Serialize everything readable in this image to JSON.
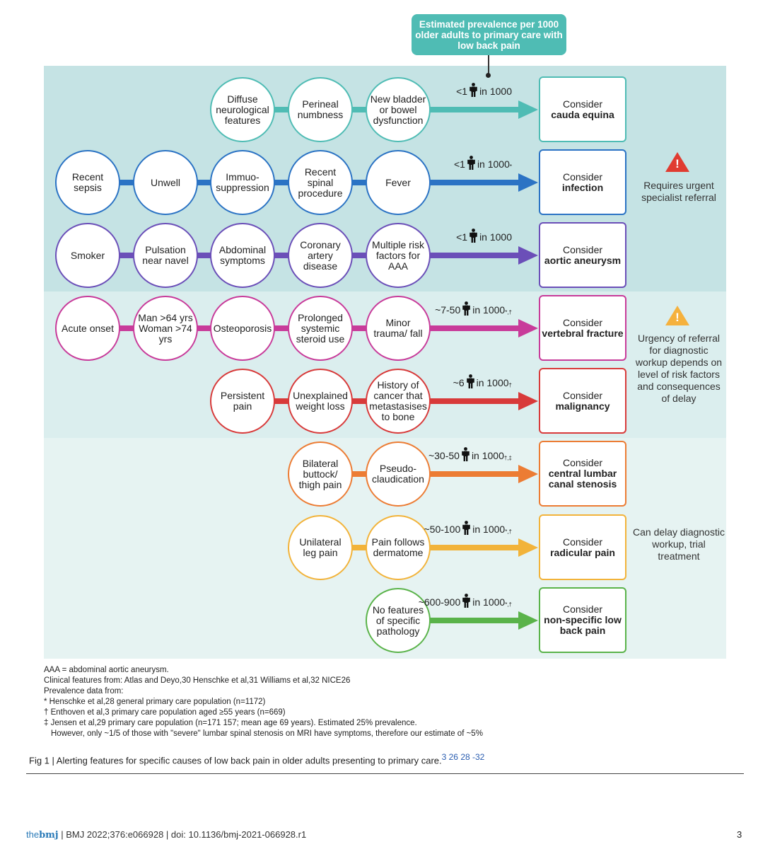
{
  "header_box": "Estimated prevalence per 1000 older adults to primary care with low back pain",
  "colors": {
    "cauda": "#4fbcb4",
    "infection": "#2b73c4",
    "aortic": "#6b4fb8",
    "vertebral": "#c83b9a",
    "malignancy": "#d83a3a",
    "stenosis": "#ec7c34",
    "radicular": "#f2b33a",
    "nonspecific": "#5ab34a",
    "urgent_warn": "#e03c31",
    "mid_warn": "#f5b13d"
  },
  "rows": [
    {
      "features": [
        "Diffuse neurological features",
        "Perineal numbness",
        "New bladder or bowel dysfunction"
      ],
      "prev_pre": "<1",
      "prev_post": "in 1000",
      "prev_sup": "",
      "consider_line1": "Consider",
      "consider_line2": "cauda equina"
    },
    {
      "features": [
        "Recent sepsis",
        "Unwell",
        "Immuo-suppression",
        "Recent spinal procedure",
        "Fever"
      ],
      "prev_pre": "<1",
      "prev_post": "in 1000",
      "prev_sup": "*",
      "consider_line1": "Consider",
      "consider_line2": "infection"
    },
    {
      "features": [
        "Smoker",
        "Pulsation near navel",
        "Abdominal symptoms",
        "Coronary artery disease",
        "Multiple risk factors for AAA"
      ],
      "prev_pre": "<1",
      "prev_post": "in 1000",
      "prev_sup": "",
      "consider_line1": "Consider",
      "consider_line2": "aortic aneurysm"
    },
    {
      "features": [
        "Acute onset",
        "Man >64 yrs Woman >74 yrs",
        "Osteoporosis",
        "Prolonged systemic steroid use",
        "Minor trauma/ fall"
      ],
      "prev_pre": "~7-50",
      "prev_post": "in 1000",
      "prev_sup": "*,†",
      "consider_line1": "Consider",
      "consider_line2": "vertebral fracture"
    },
    {
      "features": [
        "Persistent pain",
        "Unexplained weight loss",
        "History of cancer that metastasises to bone"
      ],
      "prev_pre": "~6",
      "prev_post": "in 1000",
      "prev_sup": "†",
      "consider_line1": "Consider",
      "consider_line2": "malignancy"
    },
    {
      "features": [
        "Bilateral buttock/ thigh pain",
        "Pseudo-claudication"
      ],
      "prev_pre": "~30-50",
      "prev_post": "in 1000",
      "prev_sup": "†,‡",
      "consider_line1": "Consider",
      "consider_line2": "central lumbar canal stenosis"
    },
    {
      "features": [
        "Unilateral leg pain",
        "Pain follows dermatome"
      ],
      "prev_pre": "~50-100",
      "prev_post": "in 1000",
      "prev_sup": "*,†",
      "consider_line1": "Consider",
      "consider_line2": "radicular pain"
    },
    {
      "features": [
        "No features of specific pathology"
      ],
      "prev_pre": "~600-900",
      "prev_post": "in 1000",
      "prev_sup": "*,†",
      "consider_line1": "Consider",
      "consider_line2": "non-specific low back pain"
    }
  ],
  "side_notes": {
    "urgent": "Requires urgent specialist referral",
    "mid": "Urgency of referral for diagnostic workup depends on level of risk factors and consequences of delay",
    "low": "Can delay diagnostic workup, trial treatment"
  },
  "footnotes": {
    "abbrev": "AAA = abdominal aortic aneurysm.",
    "clinical": "Clinical features from: Atlas and Deyo,30 Henschke et al,31 Williams et al,32 NICE26",
    "prev_from": "Prevalence data from:",
    "star": "* Henschke et al,28 general primary care population (n=1172)",
    "dagger": "† Enthoven et al,3 primary care population aged ≥55 years (n=669)",
    "ddagger": "‡ Jensen et al,29 primary care population (n=171 157; mean age 69 years). Estimated 25% prevalence.",
    "ddagger2": "However, only ~1/5 of those with \"severe\" lumbar spinal stenosis on MRI have symptoms, therefore our estimate of ~5%"
  },
  "caption": {
    "text": "Fig 1 | Alerting features for specific causes of low back pain in older adults presenting to primary care.",
    "refs": "3 26 28 -32"
  },
  "footer": {
    "the": "the",
    "bmj": "bmj",
    "citation": "| BMJ 2022;376:e066928 | doi: 10.1136/bmj-2021-066928.r1",
    "page": "3"
  }
}
